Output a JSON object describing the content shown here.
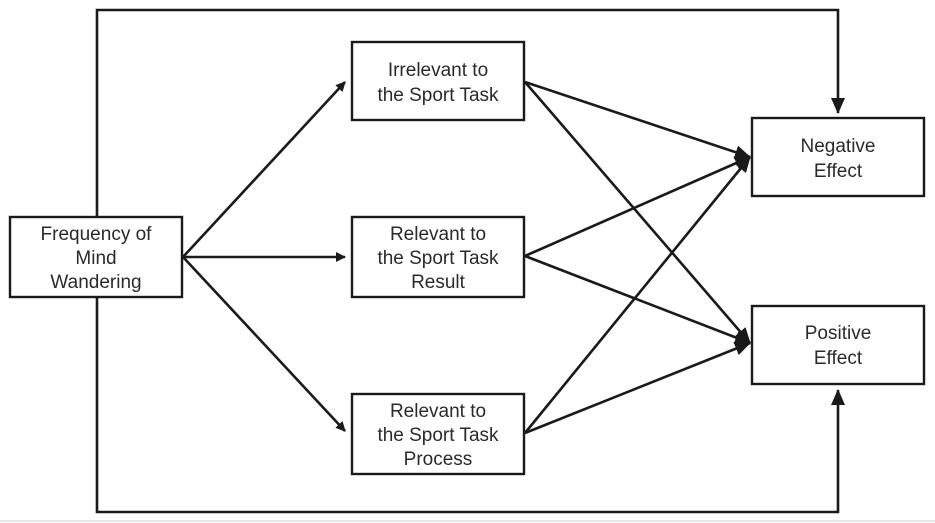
{
  "nodes": {
    "frequency": {
      "lines": [
        "Frequency of",
        "Mind",
        "Wandering"
      ]
    },
    "irrelevant": {
      "lines": [
        "Irrelevant to",
        "the Sport Task"
      ]
    },
    "result": {
      "lines": [
        "Relevant to",
        "the Sport Task",
        "Result"
      ]
    },
    "process": {
      "lines": [
        "Relevant to",
        "the Sport Task",
        "Process"
      ]
    },
    "negative": {
      "lines": [
        "Negative",
        "Effect"
      ]
    },
    "positive": {
      "lines": [
        "Positive",
        "Effect"
      ]
    }
  },
  "edges": [
    {
      "from": "frequency",
      "to": "irrelevant"
    },
    {
      "from": "frequency",
      "to": "result"
    },
    {
      "from": "frequency",
      "to": "process"
    },
    {
      "from": "irrelevant",
      "to": "negative"
    },
    {
      "from": "irrelevant",
      "to": "positive"
    },
    {
      "from": "result",
      "to": "negative"
    },
    {
      "from": "result",
      "to": "positive"
    },
    {
      "from": "process",
      "to": "negative"
    },
    {
      "from": "process",
      "to": "positive"
    },
    {
      "from": "frequency",
      "to": "negative",
      "routing": "top"
    },
    {
      "from": "frequency",
      "to": "positive",
      "routing": "bottom"
    }
  ]
}
